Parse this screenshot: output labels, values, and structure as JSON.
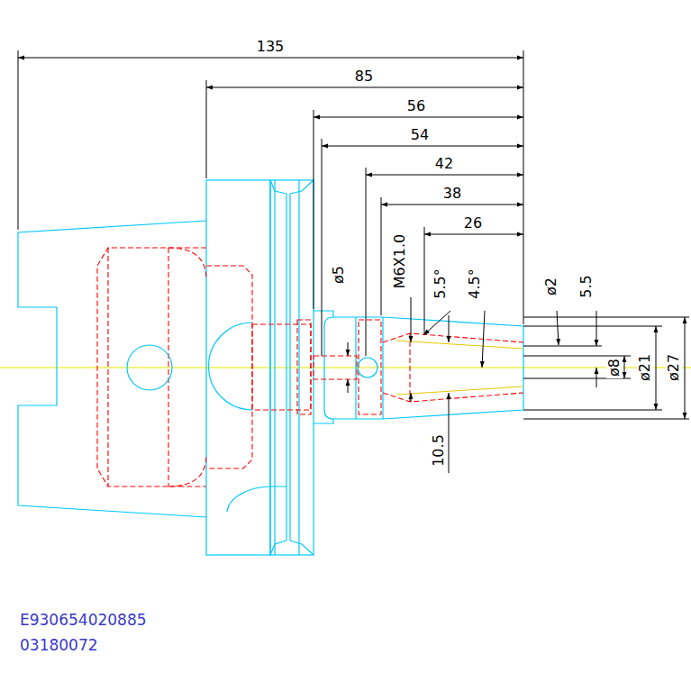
{
  "diagram": {
    "labels": [
      "135",
      "85",
      "56",
      "54",
      "42",
      "38",
      "26",
      "ø5",
      "M6X1.0",
      "5.5°",
      "4.5°",
      "ø2",
      "5.5",
      "ø8",
      "ø21",
      "ø27",
      "10.5",
      "E930654020885",
      "03180072"
    ]
  }
}
